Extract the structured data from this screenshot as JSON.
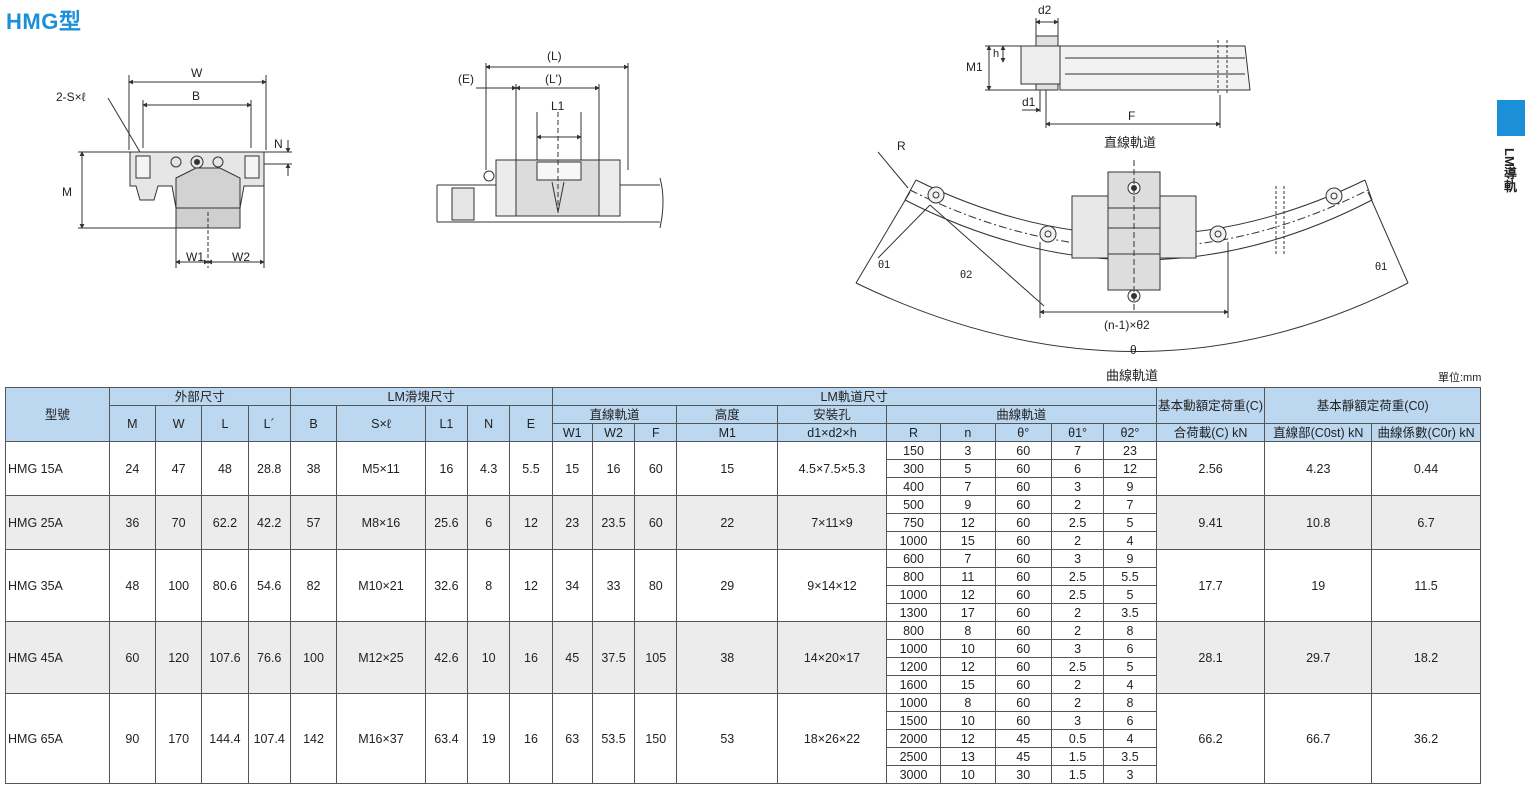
{
  "title": "HMG型",
  "side_label": "LM導軌",
  "unit_note": "單位:mm",
  "diagram_labels": {
    "W": "W",
    "B": "B",
    "S_l": "2-S×ℓ",
    "N": "N",
    "M": "M",
    "W1": "W1",
    "W2": "W2",
    "L": "(L)",
    "Lp": "(L')",
    "E": "(E)",
    "L1": "L1",
    "d2": "d2",
    "h": "h",
    "M1": "M1",
    "d1": "d1",
    "F": "F",
    "straight_caption": "直線軌道",
    "R": "R",
    "theta1": "θ1",
    "theta2": "θ2",
    "n_theta2": "(n-1)×θ2",
    "theta": "θ",
    "curved_caption": "曲線軌道"
  },
  "table": {
    "groups": {
      "model": "型號",
      "outer": "外部尺寸",
      "block": "LM滑塊尺寸",
      "rail": "LM軌道尺寸",
      "straight": "直線軌道",
      "height": "高度",
      "mount": "安裝孔",
      "curve": "曲線軌道",
      "dyn": "基本動額定荷重(C)",
      "stat": "基本靜額定荷重(C0)"
    },
    "cols": {
      "M": "M",
      "W": "W",
      "L": "L",
      "Lp": "L´",
      "B": "B",
      "S": "S×ℓ",
      "L1": "L1",
      "N": "N",
      "E": "E",
      "W1": "W1",
      "W2": "W2",
      "F": "F",
      "M1": "M1",
      "mount": "d1×d2×h",
      "R": "R",
      "n": "n",
      "th": "θ°",
      "th1": "θ1°",
      "th2": "θ2°",
      "C": "合荷載(C) kN",
      "C0st": "直線部(C0st) kN",
      "C0r": "曲線係數(C0r) kN"
    },
    "rows": [
      {
        "model": "HMG 15A",
        "M": "24",
        "W": "47",
        "L": "48",
        "Lp": "28.8",
        "B": "38",
        "S": "M5×11",
        "L1": "16",
        "N": "4.3",
        "E": "5.5",
        "W1": "15",
        "W2": "16",
        "F": "60",
        "M1": "15",
        "mount": "4.5×7.5×5.3",
        "C": "2.56",
        "C0st": "4.23",
        "C0r": "0.44",
        "curves": [
          [
            "150",
            "3",
            "60",
            "7",
            "23"
          ],
          [
            "300",
            "5",
            "60",
            "6",
            "12"
          ],
          [
            "400",
            "7",
            "60",
            "3",
            "9"
          ]
        ]
      },
      {
        "model": "HMG 25A",
        "M": "36",
        "W": "70",
        "L": "62.2",
        "Lp": "42.2",
        "B": "57",
        "S": "M8×16",
        "L1": "25.6",
        "N": "6",
        "E": "12",
        "W1": "23",
        "W2": "23.5",
        "F": "60",
        "M1": "22",
        "mount": "7×11×9",
        "C": "9.41",
        "C0st": "10.8",
        "C0r": "6.7",
        "curves": [
          [
            "500",
            "9",
            "60",
            "2",
            "7"
          ],
          [
            "750",
            "12",
            "60",
            "2.5",
            "5"
          ],
          [
            "1000",
            "15",
            "60",
            "2",
            "4"
          ]
        ]
      },
      {
        "model": "HMG 35A",
        "M": "48",
        "W": "100",
        "L": "80.6",
        "Lp": "54.6",
        "B": "82",
        "S": "M10×21",
        "L1": "32.6",
        "N": "8",
        "E": "12",
        "W1": "34",
        "W2": "33",
        "F": "80",
        "M1": "29",
        "mount": "9×14×12",
        "C": "17.7",
        "C0st": "19",
        "C0r": "11.5",
        "curves": [
          [
            "600",
            "7",
            "60",
            "3",
            "9"
          ],
          [
            "800",
            "11",
            "60",
            "2.5",
            "5.5"
          ],
          [
            "1000",
            "12",
            "60",
            "2.5",
            "5"
          ],
          [
            "1300",
            "17",
            "60",
            "2",
            "3.5"
          ]
        ]
      },
      {
        "model": "HMG 45A",
        "M": "60",
        "W": "120",
        "L": "107.6",
        "Lp": "76.6",
        "B": "100",
        "S": "M12×25",
        "L1": "42.6",
        "N": "10",
        "E": "16",
        "W1": "45",
        "W2": "37.5",
        "F": "105",
        "M1": "38",
        "mount": "14×20×17",
        "C": "28.1",
        "C0st": "29.7",
        "C0r": "18.2",
        "curves": [
          [
            "800",
            "8",
            "60",
            "2",
            "8"
          ],
          [
            "1000",
            "10",
            "60",
            "3",
            "6"
          ],
          [
            "1200",
            "12",
            "60",
            "2.5",
            "5"
          ],
          [
            "1600",
            "15",
            "60",
            "2",
            "4"
          ]
        ]
      },
      {
        "model": "HMG 65A",
        "M": "90",
        "W": "170",
        "L": "144.4",
        "Lp": "107.4",
        "B": "142",
        "S": "M16×37",
        "L1": "63.4",
        "N": "19",
        "E": "16",
        "W1": "63",
        "W2": "53.5",
        "F": "150",
        "M1": "53",
        "mount": "18×26×22",
        "C": "66.2",
        "C0st": "66.7",
        "C0r": "36.2",
        "curves": [
          [
            "1000",
            "8",
            "60",
            "2",
            "8"
          ],
          [
            "1500",
            "10",
            "60",
            "3",
            "6"
          ],
          [
            "2000",
            "12",
            "45",
            "0.5",
            "4"
          ],
          [
            "2500",
            "13",
            "45",
            "1.5",
            "3.5"
          ],
          [
            "3000",
            "10",
            "30",
            "1.5",
            "3"
          ]
        ]
      }
    ]
  }
}
